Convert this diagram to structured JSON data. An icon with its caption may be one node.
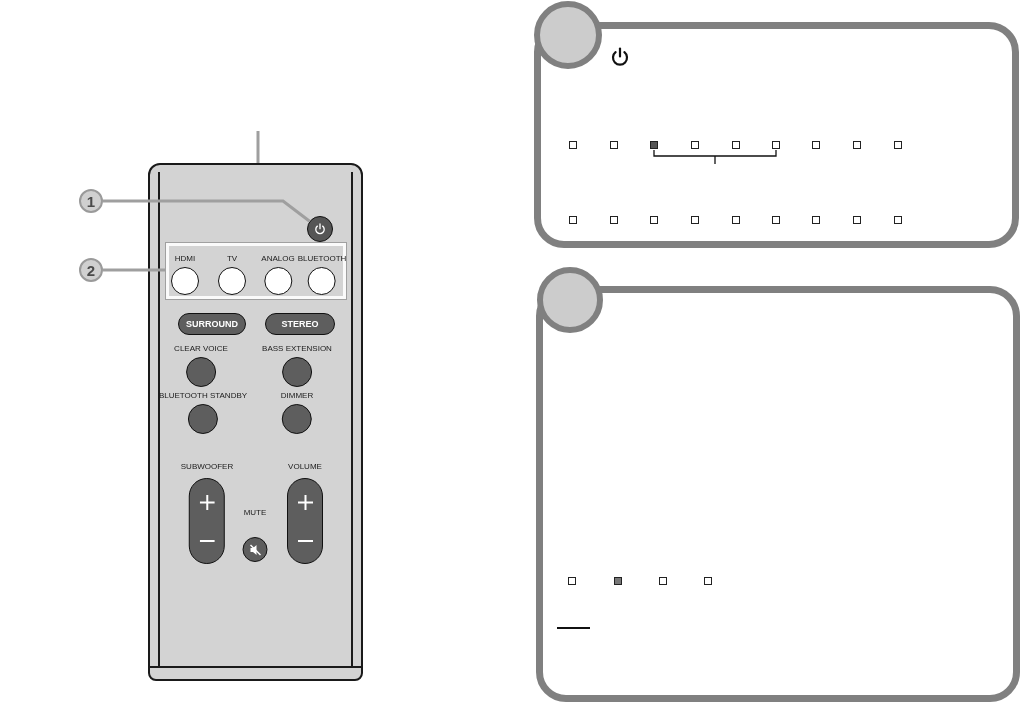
{
  "diagram": {
    "nodes": [
      {
        "text": [
          "1"
        ]
      },
      {
        "text": [
          "2"
        ]
      },
      {
        "text": [],
        "shape": "box"
      },
      {
        "text": [],
        "shape": "circle",
        "in": 2
      },
      {
        "text": [],
        "shape": "box",
        "in": 2
      },
      {
        "text": [
          "HDMI"
        ],
        "in": 4
      },
      {
        "text": [
          "TV"
        ],
        "in": 4
      },
      {
        "text": [
          "ANALOG"
        ],
        "in": 4
      },
      {
        "text": [
          "BLUETOOTH"
        ],
        "in": 4
      },
      {
        "text": [
          "SURROUND"
        ],
        "in": 2
      },
      {
        "text": [
          "STEREO"
        ],
        "in": 2
      },
      {
        "text": [
          "CLEAR VOICE"
        ],
        "in": 2
      },
      {
        "text": [
          "BASS EXTENSION"
        ],
        "in": 2
      },
      {
        "text": [
          "BLUETOOTH STANDBY"
        ],
        "in": 2
      },
      {
        "text": [
          "DIMMER"
        ],
        "in": 2
      },
      {
        "text": [
          "SUBWOOFER"
        ],
        "in": 2
      },
      {
        "text": [
          "VOLUME"
        ],
        "in": 2
      },
      {
        "text": [
          "MUTE"
        ],
        "in": 2
      },
      {
        "text": [],
        "shape": "circle"
      },
      {
        "text": [],
        "shape": "circle"
      }
    ],
    "edges": [
      {
        "from": 0,
        "to": 3,
        "arrow": "none"
      },
      {
        "from": 1,
        "to": 4,
        "arrow": "none"
      },
      {
        "from": null,
        "to": 2,
        "arrow": "none"
      }
    ]
  }
}
